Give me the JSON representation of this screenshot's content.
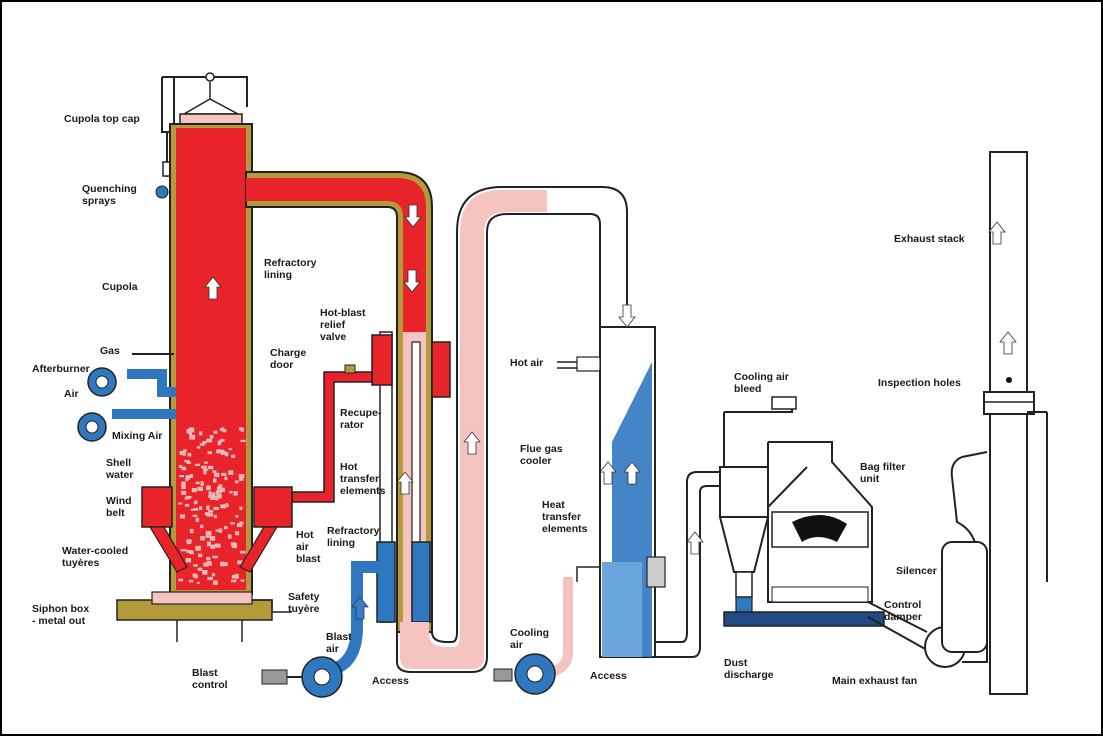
{
  "colors": {
    "hot": "#e8232a",
    "pink": "#f5c4c0",
    "blue": "#2f78c0",
    "olive": "#b59a3c",
    "white": "#ffffff",
    "outline": "#222222",
    "particle": "#e3b8b8"
  },
  "labels": {
    "cupola_top_cap": "Cupola top cap",
    "quenching_sprays": [
      "Quenching",
      "sprays"
    ],
    "cupola": "Cupola",
    "refractory_lining_top": [
      "Refractory",
      "lining"
    ],
    "hot_blast_relief_valve": [
      "Hot-blast",
      "relief",
      "valve"
    ],
    "charge_door": [
      "Charge",
      "door"
    ],
    "gas": "Gas",
    "afterburner": "Afterburner",
    "air": "Air",
    "mixing_air": "Mixing Air",
    "recuperator": [
      "Recupe-",
      "rator"
    ],
    "shell_water": [
      "Shell",
      "water"
    ],
    "wind_belt": [
      "Wind",
      "belt"
    ],
    "hot_transfer_elements": [
      "Hot",
      "transfer",
      "elements"
    ],
    "hot_air_blast": [
      "Hot",
      "air",
      "blast"
    ],
    "refractory_lining_bottom": [
      "Refractory",
      "lining"
    ],
    "water_cooled_tuyeres": [
      "Water-cooled",
      "tuyères"
    ],
    "safety_tuyere": [
      "Safety",
      "tuyère"
    ],
    "siphon_box": [
      "Siphon box",
      "- metal out"
    ],
    "blast_air": [
      "Blast",
      "air"
    ],
    "blast_control": [
      "Blast",
      "control"
    ],
    "access_1": "Access",
    "access_2": "Access",
    "cooling_air": [
      "Cooling",
      "air"
    ],
    "hot_air": "Hot air",
    "flue_gas_cooler": [
      "Flue gas",
      "cooler"
    ],
    "heat_transfer_elements": [
      "Heat",
      "transfer",
      "elements"
    ],
    "cooling_air_bleed": [
      "Cooling air",
      "bleed"
    ],
    "bag_filter_unit": [
      "Bag filter",
      "unit"
    ],
    "exhaust_stack": "Exhaust stack",
    "inspection_holes": "Inspection holes",
    "silencer": "Silencer",
    "control_damper": [
      "Control",
      "damper"
    ],
    "dust_discharge": [
      "Dust",
      "discharge"
    ],
    "main_exhaust_fan": "Main exhaust fan"
  }
}
